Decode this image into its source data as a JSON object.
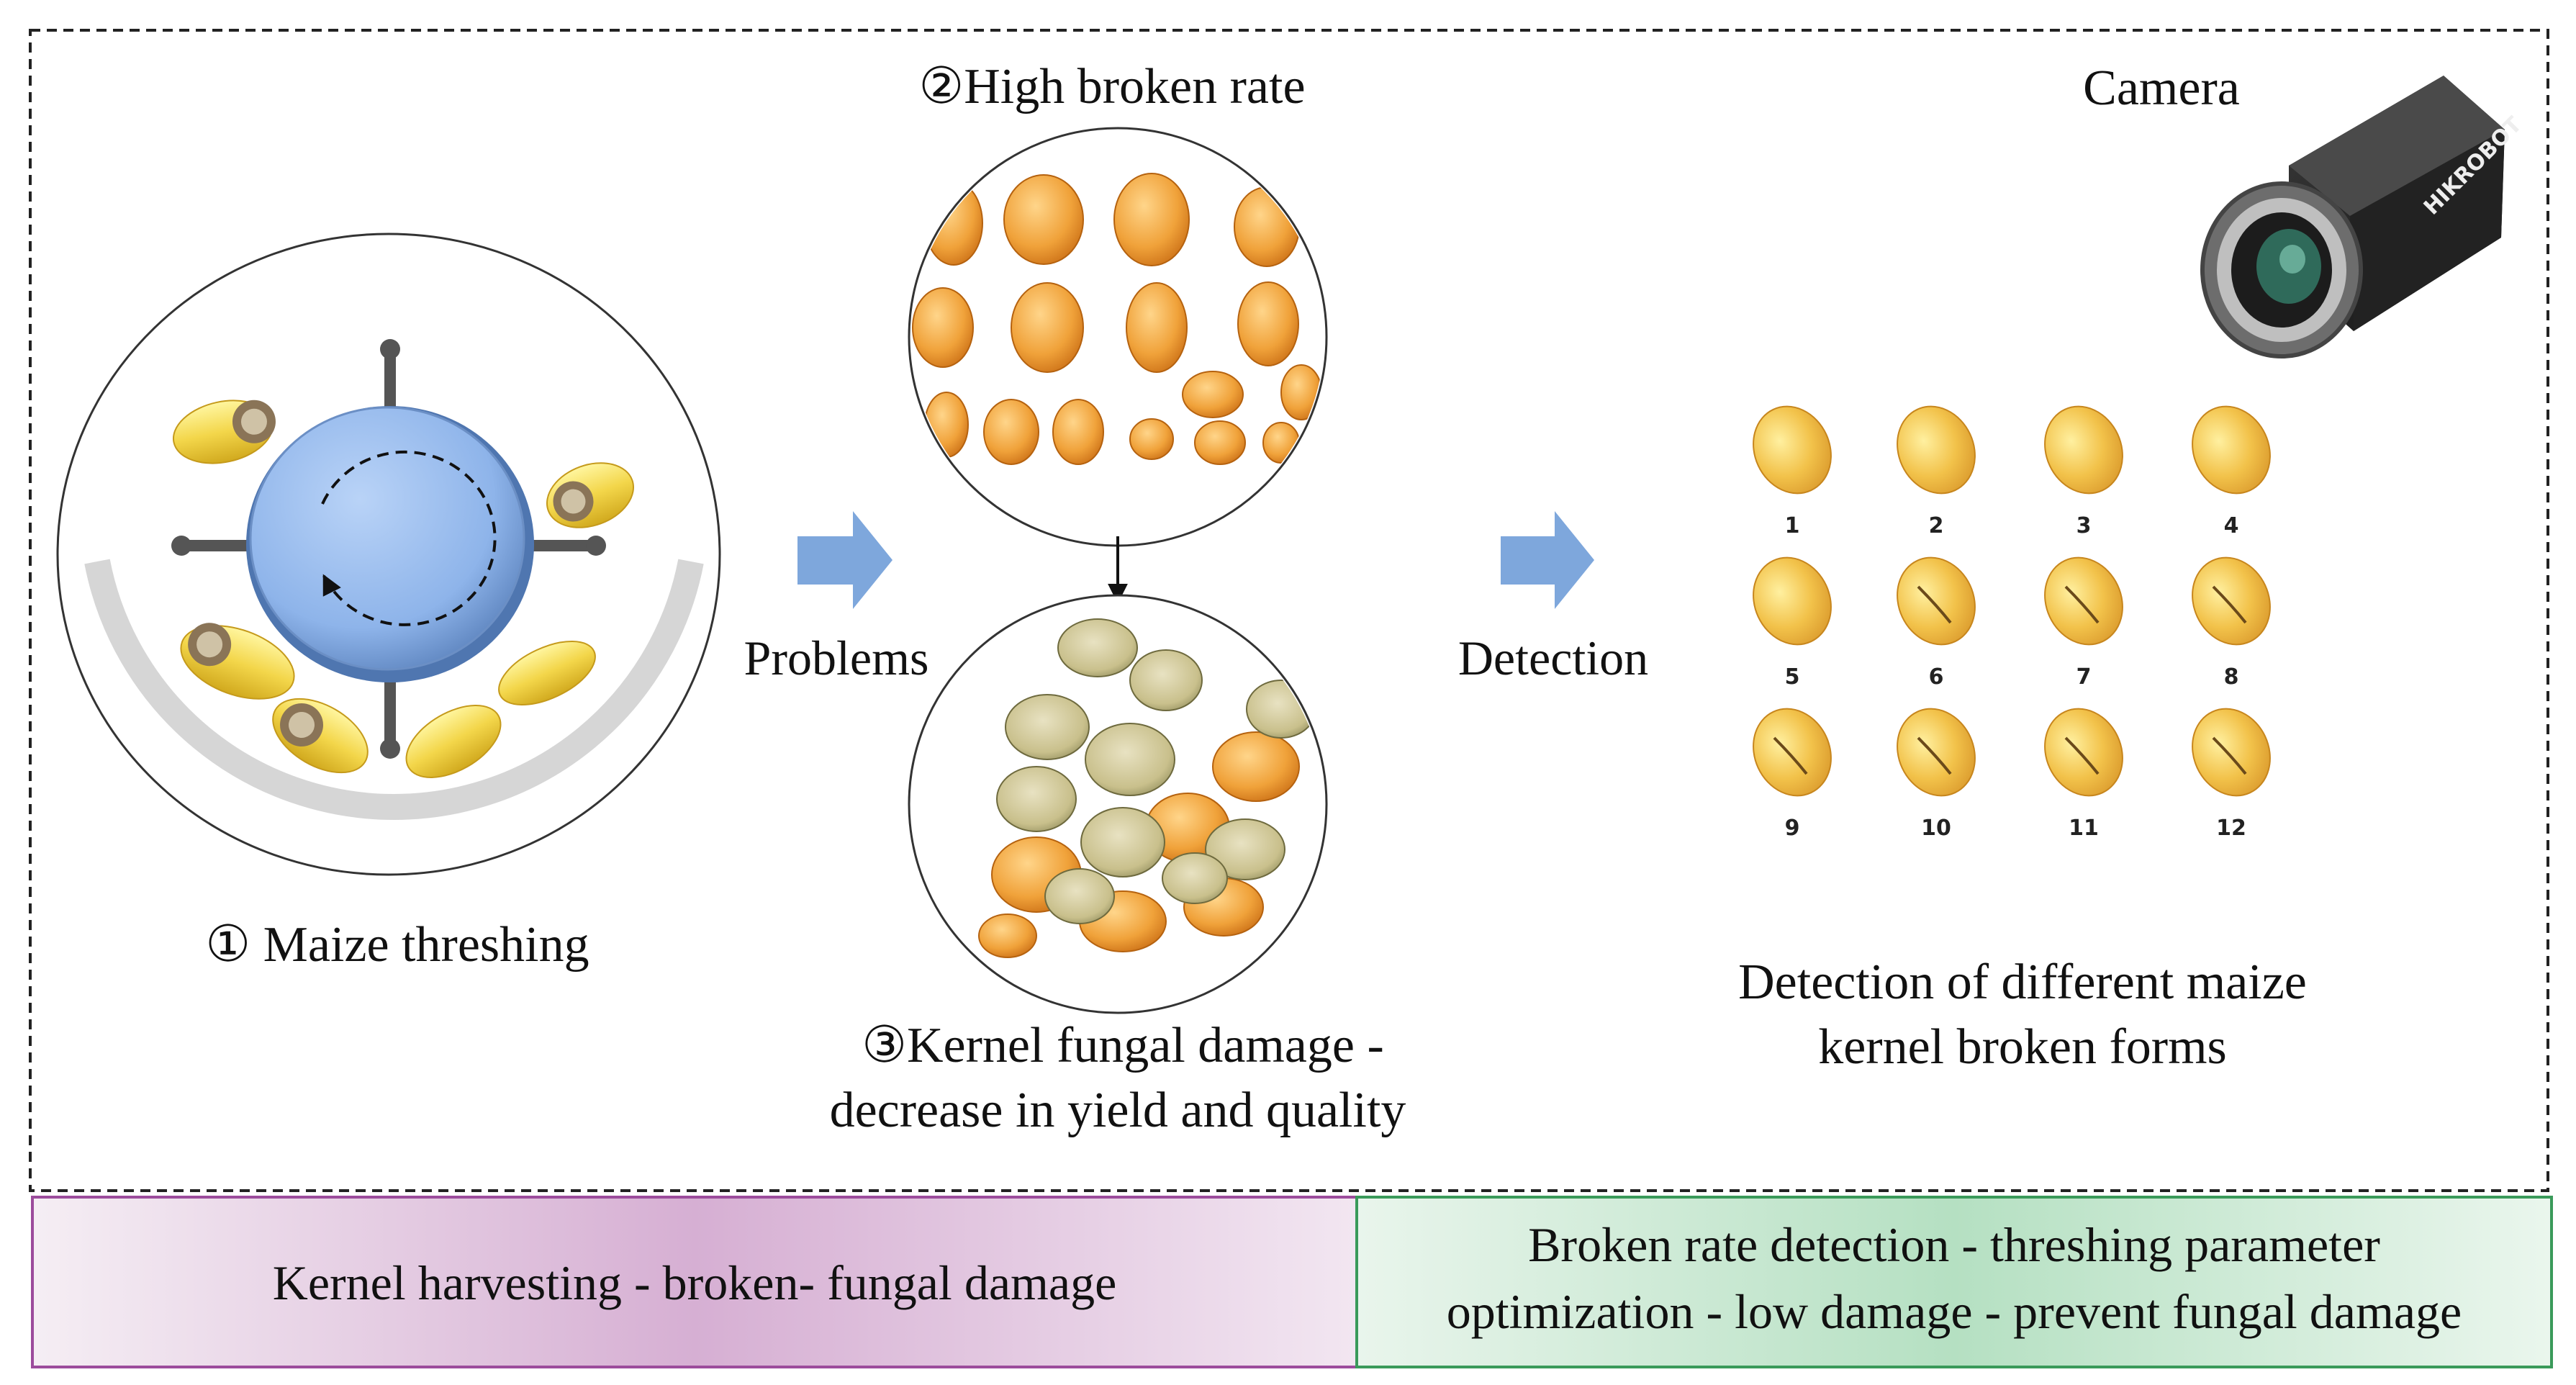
{
  "sections": {
    "threshing": {
      "label": "① Maize threshing"
    },
    "problems": {
      "arrow_label": "Problems",
      "broken": {
        "label": "②High broken rate"
      },
      "fungal": {
        "label_line1": "③Kernel fungal damage -",
        "label_line2": "decrease in yield and quality"
      }
    },
    "detection": {
      "arrow_label": "Detection",
      "camera": {
        "label": "Camera",
        "brand": "HIKROBOT"
      },
      "kernels": [
        "1",
        "2",
        "3",
        "4",
        "5",
        "6",
        "7",
        "8",
        "9",
        "10",
        "11",
        "12"
      ],
      "caption_line1": "Detection of different maize",
      "caption_line2": "kernel broken forms"
    }
  },
  "footer": {
    "left": {
      "text": "Kernel harvesting - broken- fungal damage"
    },
    "right": {
      "line1": "Broken rate detection - threshing parameter",
      "line2": "optimization - low damage - prevent fungal damage"
    }
  },
  "colors": {
    "arrow": "#7ea7dc",
    "rotor": "#8eb4ea",
    "kernel": "#f0a23a",
    "left_footer_border": "#9c4c9c",
    "right_footer_border": "#3a9a5a"
  }
}
